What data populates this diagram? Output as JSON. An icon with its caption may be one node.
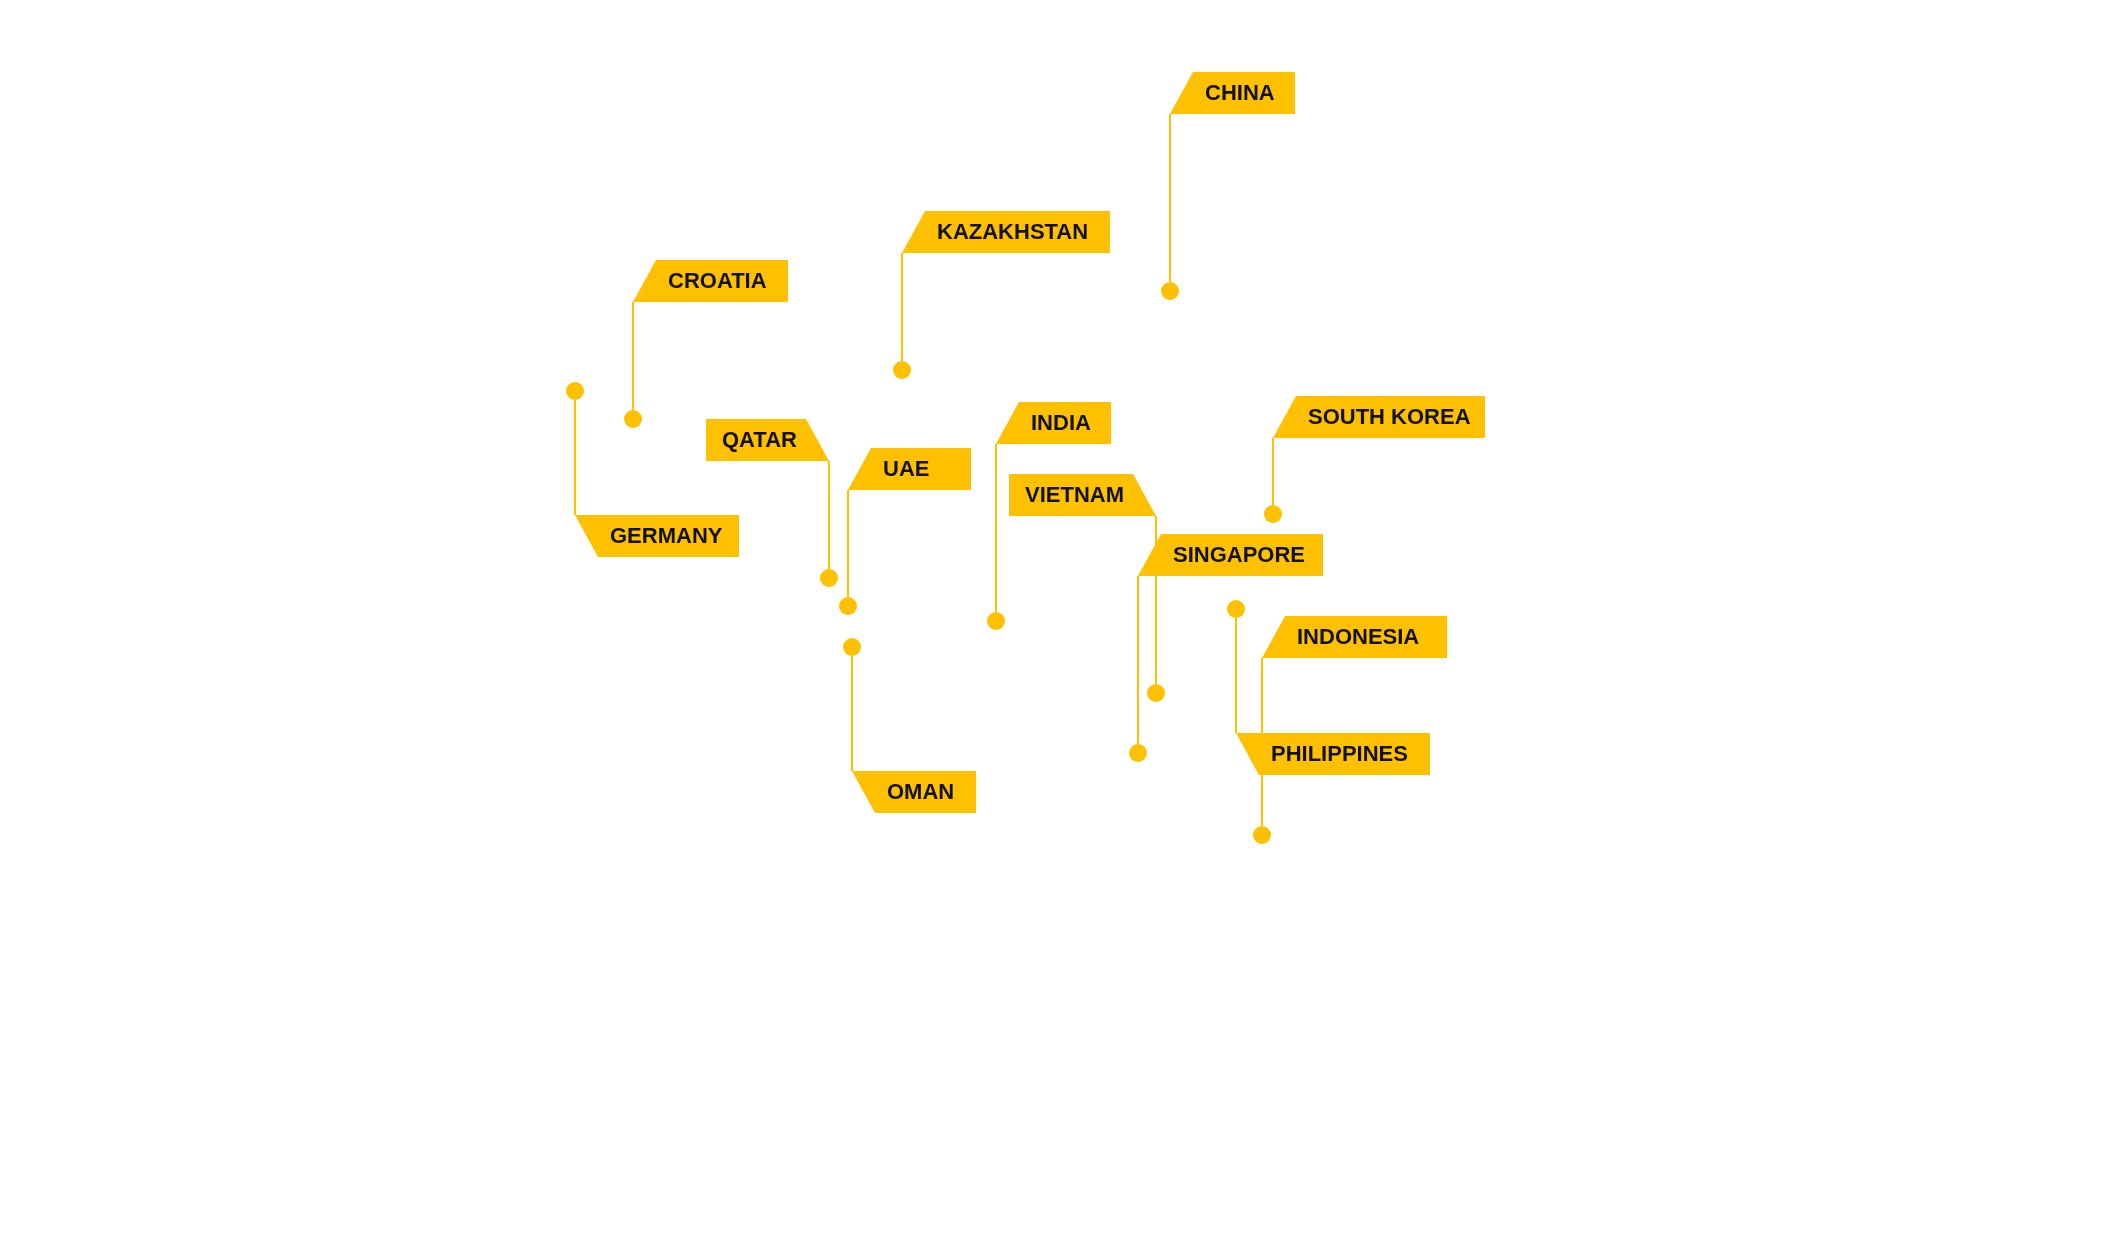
{
  "diagram": {
    "nodes": [
      {
        "text": [
          "CHINA"
        ]
      },
      {
        "text": [],
        "shape": "circle"
      },
      {
        "text": [
          "KAZAKHSTAN"
        ]
      },
      {
        "text": [],
        "shape": "circle"
      },
      {
        "text": [
          "CROATIA"
        ]
      },
      {
        "text": [],
        "shape": "circle"
      },
      {
        "text": [
          "SOUTH KOREA"
        ]
      },
      {
        "text": [],
        "shape": "circle"
      },
      {
        "text": [
          "INDIA"
        ]
      },
      {
        "text": [],
        "shape": "circle"
      },
      {
        "text": [
          "QATAR"
        ]
      },
      {
        "text": [],
        "shape": "circle"
      },
      {
        "text": [
          "UAE"
        ]
      },
      {
        "text": [],
        "shape": "circle"
      },
      {
        "text": [
          "VIETNAM"
        ]
      },
      {
        "text": [],
        "shape": "circle"
      },
      {
        "text": [
          "GERMANY"
        ]
      },
      {
        "text": [],
        "shape": "circle"
      },
      {
        "text": [
          "SINGAPORE"
        ]
      },
      {
        "text": [],
        "shape": "circle"
      },
      {
        "text": [
          "INDONESIA"
        ]
      },
      {
        "text": [],
        "shape": "circle"
      },
      {
        "text": [
          "PHILIPPINES"
        ]
      },
      {
        "text": [],
        "shape": "circle"
      },
      {
        "text": [
          "OMAN"
        ]
      },
      {
        "text": [],
        "shape": "circle"
      }
    ],
    "edges": [
      {
        "from": 0,
        "to": 1,
        "arrow": "none"
      },
      {
        "from": 2,
        "to": 3,
        "arrow": "none"
      },
      {
        "from": 4,
        "to": 5,
        "arrow": "none"
      },
      {
        "from": 6,
        "to": 7,
        "arrow": "none"
      },
      {
        "from": 8,
        "to": 9,
        "arrow": "none"
      },
      {
        "from": 10,
        "to": 11,
        "arrow": "none"
      },
      {
        "from": 12,
        "to": 13,
        "arrow": "none"
      },
      {
        "from": 14,
        "to": 15,
        "arrow": "none"
      },
      {
        "from": 16,
        "to": 17,
        "arrow": "none"
      },
      {
        "from": 18,
        "to": 19,
        "arrow": "none"
      },
      {
        "from": 20,
        "to": 21,
        "arrow": "none"
      },
      {
        "from": 22,
        "to": 23,
        "arrow": "none"
      },
      {
        "from": 24,
        "to": 25,
        "arrow": "none"
      }
    ]
  }
}
